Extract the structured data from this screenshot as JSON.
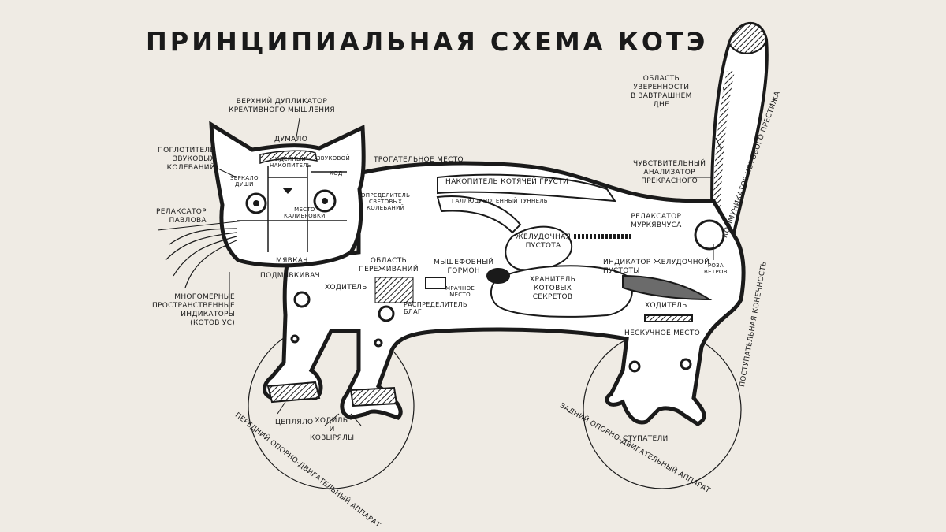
{
  "title": "ПРИНЦИПИАЛЬНАЯ СХЕМА КОТЭ",
  "labels": {
    "upper_duplicator": "ВЕРХНИЙ ДУПЛИКАТОР\nКРЕАТИВНОГО МЫШЛЕНИЯ",
    "dumalo": "ДУМАЛО",
    "absorber": "ПОГЛОТИТЕЛЬ\nЗВУКОВЫХ\nКОЛЕБАНИЙ",
    "mirror": "ЗЕРКАЛО\nДУШИ",
    "idea_storage": "ИДЕЙНЫЙ\nНАКОПИТЕЛЬ",
    "sound_in": "ЗВУКОВОЙ",
    "hod": "ХОД",
    "relaxer_pavlov": "РЕЛАКСАТОР\nПАВЛОВА",
    "calibration": "МЕСТО\nКАЛИБРОВКИ",
    "myavkach": "МЯВКАЧ",
    "podmyavkivach": "ПОДМЯВКИВАЧ",
    "multidim": "МНОГОМЕРНЫЕ\nПРОСТРАНСТВЕННЫЕ\nИНДИКАТОРЫ\n(КОТОВ УС)",
    "touching_place": "ТРОГАТЕЛЬНОЕ МЕСТО",
    "light_detector": "ОПРЕДЕЛИТЕЛЬ\nСВЕТОВЫХ\nКОЛЕБАНИЙ",
    "sadness_storage": "НАКОПИТЕЛЬ КОТЯЧЕЙ ГРУСТИ",
    "gallucinogen_tunnel": "ГАЛЛЮЦИНОГЕННЫЙ ТУННЕЛЬ",
    "feelings_area": "ОБЛАСТЬ\nПЕРЕЖИВАНИЙ",
    "mousephobic": "МЫШЕФОБНЫЙ\nГОРМОН",
    "stomach_void": "ЖЕЛУДОЧНАЯ\nПУСТОТА",
    "relaxer_murk": "РЕЛАКСАТОР\nМУРКЯВЧУСА",
    "stomach_indicator": "ИНДИКАТОР ЖЕЛУДОЧНОЙ\nПУСТОТЫ",
    "rose_winds": "РОЗА\nВЕТРОВ",
    "secrets_keeper": "ХРАНИТЕЛЬ\nКОТОВЫХ\nСЕКРЕТОВ",
    "mrachnoe": "МРАЧНОЕ\nМЕСТО",
    "distributor": "РАСПРЕДЕЛИТЕЛЬ\nБЛАГ",
    "walker_front": "ХОДИТЕЛЬ",
    "walker_back": "ХОДИТЕЛЬ",
    "boring_place": "НЕСКУЧНОЕ МЕСТО",
    "confidence": "ОБЛАСТЬ\nУВЕРЕННОСТИ\nВ ЗАВТРАШНЕМ\nДНЕ",
    "prestige_comm": "КОММУНИКАТОР КОТОВОГО ПРЕСТИЖА",
    "beauty_analyzer": "ЧУВСТВИТЕЛЬНЫЙ\nАНАЛИЗАТОР\nПРЕКРАСНОГО",
    "progressive_limb": "ПОСТУПАТЕЛЬНАЯ КОНЕЧНОСТЬ",
    "tseplyalo": "ЦЕПЛЯЛО",
    "hodily": "ХОДИЛЫ\nИ\nКОВЫРЯЛЫ",
    "front_apparatus": "ПЕРЕДНИЙ ОПОРНО-ДВИГАТЕЛЬНЫЙ АППАРАТ",
    "back_apparatus": "ЗАДНИЙ ОПОРНО-ДВИГАТЕЛЬНЫЙ АППАРАТ",
    "stupateli": "СТУПАТЕЛИ"
  },
  "colors": {
    "background": "#efebe4",
    "ink": "#1a1a1a",
    "body": "#ffffff"
  }
}
